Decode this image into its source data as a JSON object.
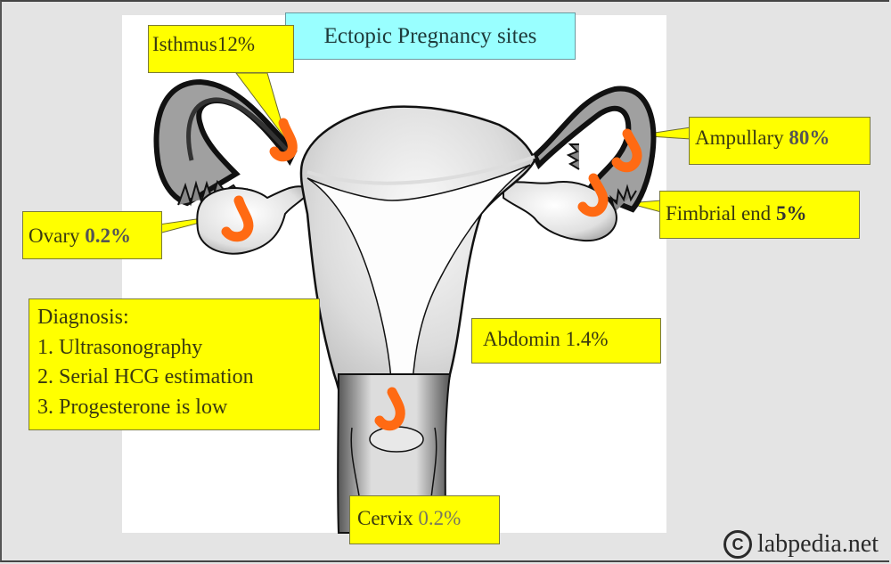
{
  "title": "Ectopic Pregnancy sites",
  "sites": {
    "isthmus": {
      "name": "Isthmus",
      "percent": "12%"
    },
    "ampullary": {
      "name": "Ampullary",
      "percent": "80%"
    },
    "fimbrial": {
      "name": "Fimbrial end",
      "percent": "5%"
    },
    "ovary": {
      "name": "Ovary",
      "percent": "0.2%"
    },
    "abdomin": {
      "name": "Abdomin",
      "percent": "1.4%"
    },
    "cervix": {
      "name": "Cervix",
      "percent": "0.2%"
    }
  },
  "diagnosis": {
    "heading": "Diagnosis:",
    "items": [
      "1. Ultrasonography",
      "2. Serial HCG estimation",
      "3. Progesterone is low"
    ]
  },
  "copyright": {
    "symbol": "C",
    "text": "labpedia.net"
  },
  "colors": {
    "label_bg": "#ffff00",
    "title_bg": "#99ffff",
    "embryo_marker": "#ff6a13",
    "background": "#e4e4e4"
  },
  "icons": {
    "embryo_marker": "embryo-hook-icon",
    "copyright": "copyright-icon"
  }
}
